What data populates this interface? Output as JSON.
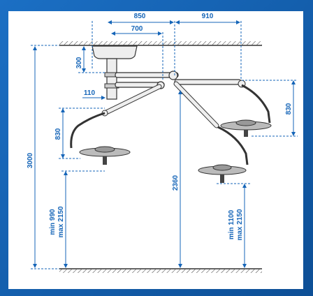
{
  "colors": {
    "accent": "#1565b8",
    "line": "#333333",
    "frame": "#1565b8"
  },
  "dimensions": {
    "arm1_reach": "850",
    "arm1_inner": "700",
    "arm2_reach": "910",
    "mount_height": "300",
    "offset": "110",
    "head1_drop": "830",
    "head2_drop": "830",
    "ceiling_height": "3000",
    "arm_height": "2360",
    "head1_min": "min 990",
    "head1_max": "max 2150",
    "head2_min": "min 1100",
    "head2_max": "max 2150"
  }
}
